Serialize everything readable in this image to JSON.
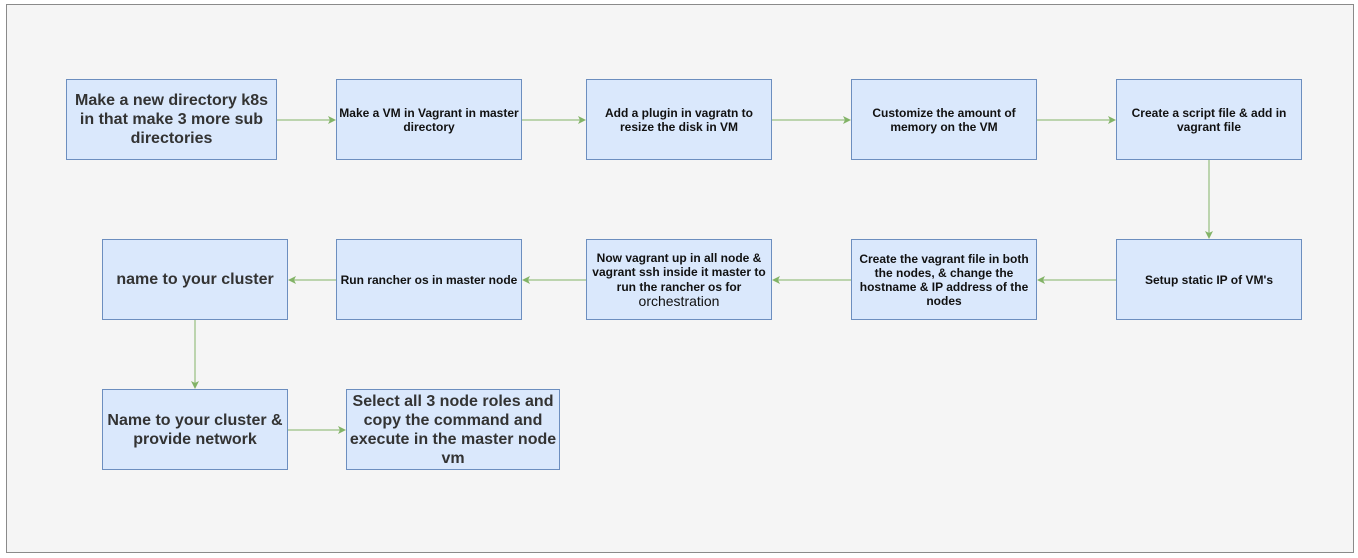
{
  "colors": {
    "node_fill": "#dae8fc",
    "node_border": "#6c8ebf",
    "edge": "#82b366",
    "background": "#f5f5f5"
  },
  "nodes": [
    {
      "id": "n1",
      "text": "Make a new directory k8s in that make 3 more sub directories"
    },
    {
      "id": "n2",
      "text": "Make a VM in Vagrant in master directory"
    },
    {
      "id": "n3",
      "text": "Add a plugin in vagratn to resize the disk in VM"
    },
    {
      "id": "n4",
      "text": "Customize the amount of memory on the VM"
    },
    {
      "id": "n5",
      "text": "Create a script file & add in vagrant file"
    },
    {
      "id": "n6",
      "text": "Setup static IP of VM's"
    },
    {
      "id": "n7",
      "text": "Create the vagrant file in both the nodes, & change the hostname & IP address of the nodes"
    },
    {
      "id": "n8",
      "text": "Now vagrant up in all node & vagrant ssh inside it master to run the rancher os for",
      "suffix": " orchestration"
    },
    {
      "id": "n9",
      "text": "Run rancher os in master node"
    },
    {
      "id": "n10",
      "text": "name to your cluster"
    },
    {
      "id": "n11",
      "text": "Name to your cluster & provide network"
    },
    {
      "id": "n12",
      "text": "Select all 3 node roles and copy the command and execute in the master node vm"
    }
  ],
  "edges": [
    {
      "from": "n1",
      "to": "n2"
    },
    {
      "from": "n2",
      "to": "n3"
    },
    {
      "from": "n3",
      "to": "n4"
    },
    {
      "from": "n4",
      "to": "n5"
    },
    {
      "from": "n5",
      "to": "n6"
    },
    {
      "from": "n6",
      "to": "n7"
    },
    {
      "from": "n7",
      "to": "n8"
    },
    {
      "from": "n8",
      "to": "n9"
    },
    {
      "from": "n9",
      "to": "n10"
    },
    {
      "from": "n10",
      "to": "n11"
    },
    {
      "from": "n11",
      "to": "n12"
    }
  ]
}
